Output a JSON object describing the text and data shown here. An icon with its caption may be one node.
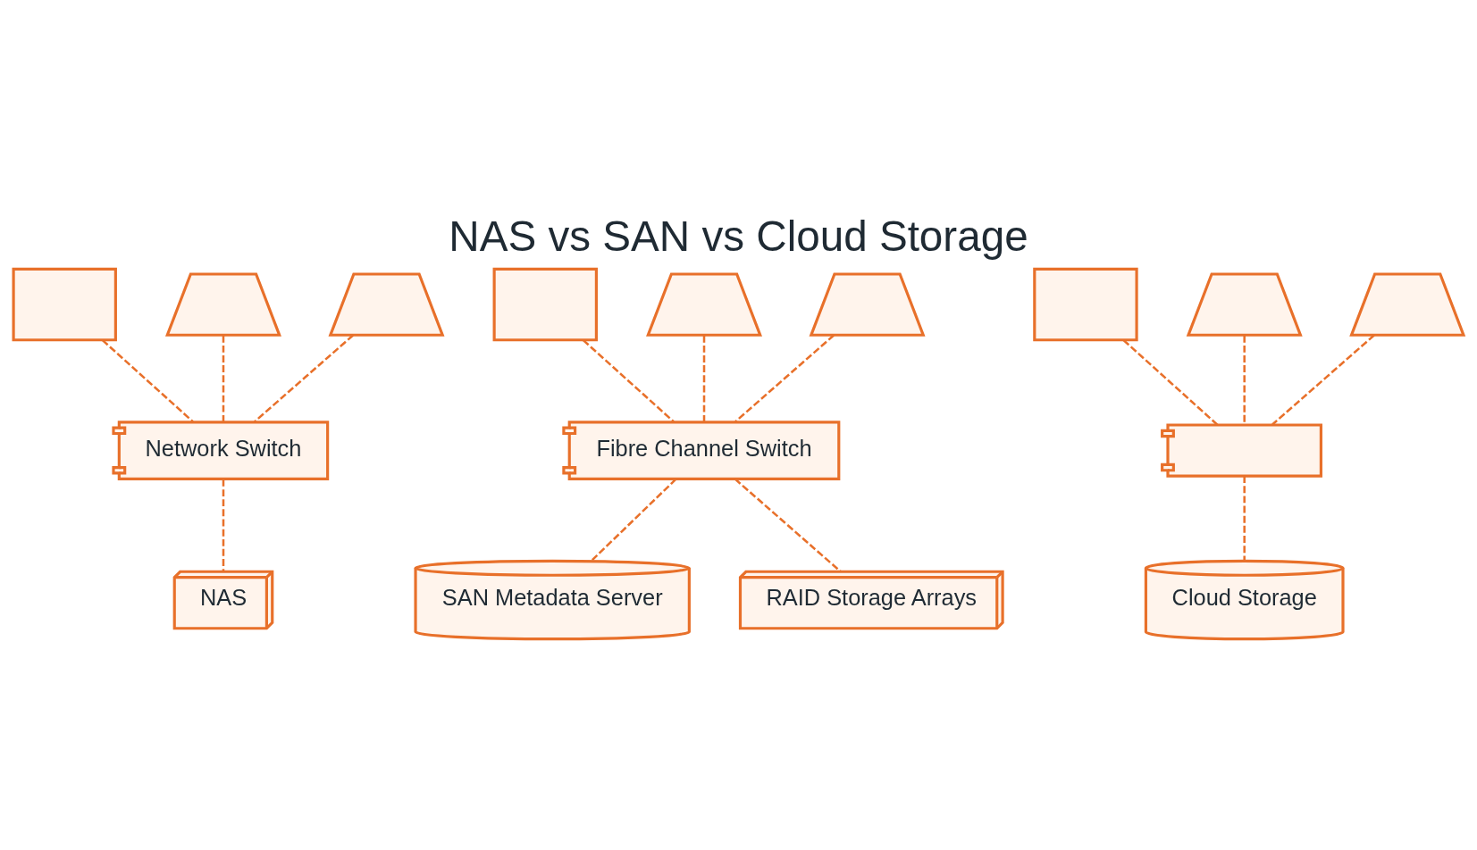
{
  "diagram": {
    "title": "NAS vs SAN vs Cloud Storage",
    "nodes": [
      {
        "text": [],
        "shape": "monitor"
      },
      {
        "text": [],
        "shape": "laptop"
      },
      {
        "text": [],
        "shape": "laptop"
      },
      {
        "text": [],
        "shape": "monitor"
      },
      {
        "text": [],
        "shape": "laptop"
      },
      {
        "text": [],
        "shape": "laptop"
      },
      {
        "text": [],
        "shape": "monitor"
      },
      {
        "text": [],
        "shape": "laptop"
      },
      {
        "text": [],
        "shape": "laptop"
      },
      {
        "text": [
          "Network Switch"
        ]
      },
      {
        "text": [
          "Fibre Channel Switch"
        ]
      },
      {
        "text": [],
        "shape": "switch"
      },
      {
        "text": [
          "NAS"
        ]
      },
      {
        "text": [
          "SAN Metadata Server"
        ]
      },
      {
        "text": [
          "RAID Storage Arrays"
        ]
      },
      {
        "text": [
          "Cloud Storage"
        ]
      }
    ],
    "edges": [
      {
        "from": 0,
        "to": 9,
        "arrow": "none",
        "style": "dashed"
      },
      {
        "from": 1,
        "to": 9,
        "arrow": "none",
        "style": "dashed"
      },
      {
        "from": 2,
        "to": 9,
        "arrow": "none",
        "style": "dashed"
      },
      {
        "from": 9,
        "to": 12,
        "arrow": "none",
        "style": "dashed"
      },
      {
        "from": 3,
        "to": 10,
        "arrow": "none",
        "style": "dashed"
      },
      {
        "from": 4,
        "to": 10,
        "arrow": "none",
        "style": "dashed"
      },
      {
        "from": 5,
        "to": 10,
        "arrow": "none",
        "style": "dashed"
      },
      {
        "from": 10,
        "to": 13,
        "arrow": "none",
        "style": "dashed"
      },
      {
        "from": 10,
        "to": 14,
        "arrow": "none",
        "style": "dashed"
      },
      {
        "from": 6,
        "to": 11,
        "arrow": "none",
        "style": "dashed"
      },
      {
        "from": 7,
        "to": 11,
        "arrow": "none",
        "style": "dashed"
      },
      {
        "from": 8,
        "to": 11,
        "arrow": "none",
        "style": "dashed"
      },
      {
        "from": 11,
        "to": 15,
        "arrow": "none",
        "style": "dashed"
      }
    ]
  }
}
